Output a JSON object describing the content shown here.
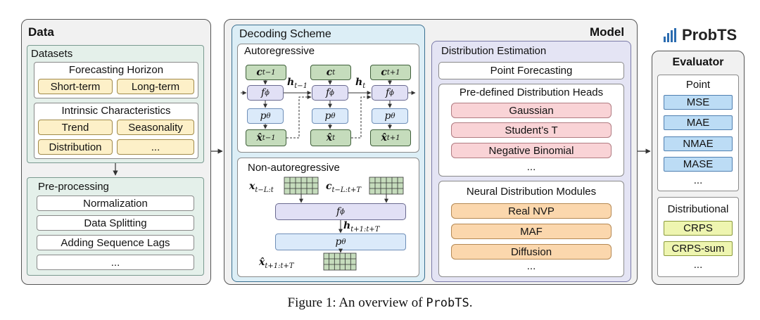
{
  "data_panel": {
    "title": "Data",
    "datasets": {
      "title": "Datasets",
      "forecasting_horizon": {
        "title": "Forecasting Horizon",
        "items": [
          "Short-term",
          "Long-term"
        ]
      },
      "intrinsic": {
        "title": "Intrinsic Characteristics",
        "items": [
          "Trend",
          "Seasonality",
          "Distribution",
          "..."
        ]
      }
    },
    "preprocessing": {
      "title": "Pre-processing",
      "items": [
        "Normalization",
        "Data Splitting",
        "Adding Sequence Lags",
        "..."
      ]
    }
  },
  "model_panel": {
    "title": "Model",
    "decoding": {
      "title": "Decoding Scheme",
      "autoregressive": {
        "title": "Autoregressive",
        "c_labels": [
          "c",
          "c",
          "c"
        ],
        "c_subs": [
          "t−1",
          "t",
          "t+1"
        ],
        "f_label": "f",
        "f_sub": "ϕ",
        "p_label": "p",
        "p_sub": "θ",
        "x_label": "x̂",
        "x_subs": [
          "t−1",
          "t",
          "t+1"
        ],
        "h_label": "h",
        "h_subs": [
          "t−1",
          "t"
        ]
      },
      "non_autoregressive": {
        "title": "Non-autoregressive",
        "x_in": "x",
        "x_in_sub": "t−L:t",
        "c_in": "c",
        "c_in_sub": "t−L:t+T",
        "f_label": "f",
        "f_sub": "ϕ",
        "h_label": "h",
        "h_sub": "t+1:t+T",
        "p_label": "p",
        "p_sub": "θ",
        "x_out": "x̂",
        "x_out_sub": "t+1:t+T"
      }
    },
    "distribution": {
      "title": "Distribution Estimation",
      "point_forecasting": "Point Forecasting",
      "predefined": {
        "title": "Pre-defined Distribution Heads",
        "items": [
          "Gaussian",
          "Student’s T",
          "Negative Binomial",
          "..."
        ]
      },
      "neural": {
        "title": "Neural Distribution Modules",
        "items": [
          "Real NVP",
          "MAF",
          "Diffusion",
          "..."
        ]
      }
    }
  },
  "logo": {
    "text": "ProbTS"
  },
  "evaluator": {
    "title": "Evaluator",
    "point": {
      "title": "Point",
      "items": [
        "MSE",
        "MAE",
        "NMAE",
        "MASE",
        "..."
      ]
    },
    "distributional": {
      "title": "Distributional",
      "items": [
        "CRPS",
        "CRPS-sum",
        "..."
      ]
    }
  },
  "caption": {
    "prefix": "Figure 1: An overview of ",
    "name": "ProbTS",
    "suffix": "."
  }
}
